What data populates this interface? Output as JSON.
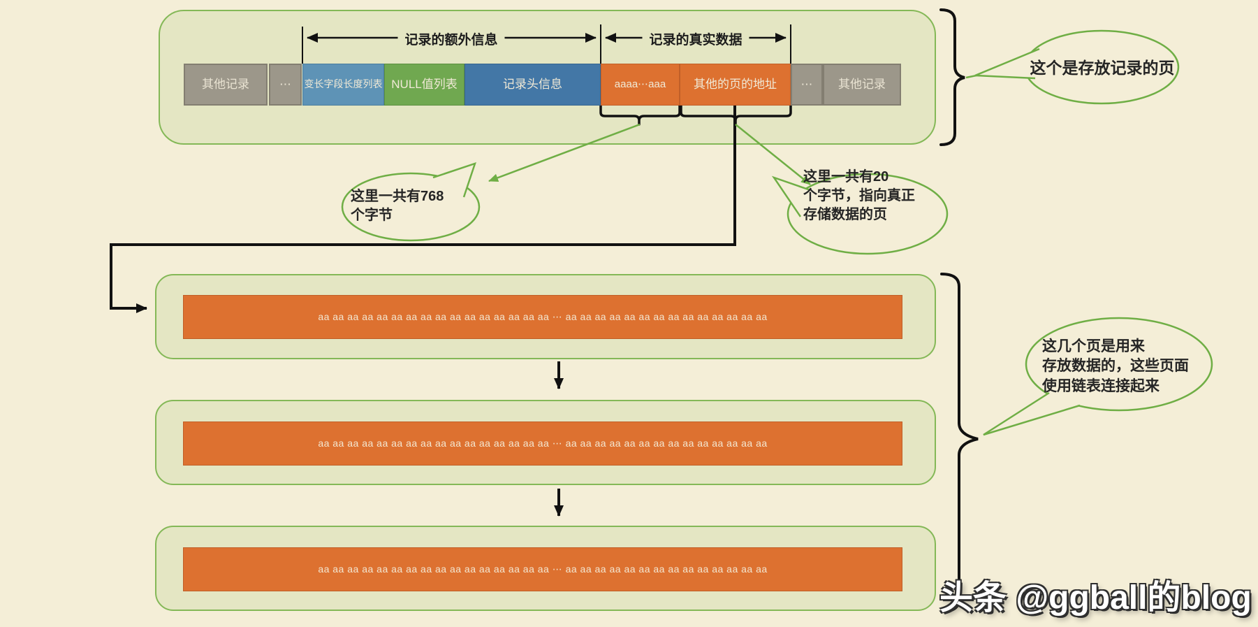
{
  "top_panel": {
    "dim_labels": {
      "extra_info": "记录的额外信息",
      "real_data": "记录的真实数据"
    },
    "record_segments": [
      {
        "label": "其他记录",
        "type": "gray"
      },
      {
        "label": "⋯",
        "type": "gray"
      },
      {
        "label": "变长字段长度列表",
        "type": "blue"
      },
      {
        "label": "NULL值列表",
        "type": "green"
      },
      {
        "label": "记录头信息",
        "type": "darkblue"
      },
      {
        "label": "aaaa⋯aaa",
        "type": "orange"
      },
      {
        "label": "其他的页的地址",
        "type": "orange"
      },
      {
        "label": "⋯",
        "type": "gray"
      },
      {
        "label": "其他记录",
        "type": "gray"
      }
    ]
  },
  "bubbles": {
    "record_page": "这个是存放记录的页",
    "bytes_768": "这里一共有768\n个字节",
    "bytes_20": "这里一共有20\n个字节，指向真正\n存储数据的页",
    "data_pages": "这几个页是用来\n存放数据的，这些页面\n使用链表连接起来"
  },
  "pages": {
    "data_text": "aa aa aa aa aa aa aa aa aa aa aa aa aa aa aa aa ⋯ aa aa aa aa aa aa aa aa aa aa aa aa aa aa"
  },
  "watermark": "头条 @ggball的blog",
  "colors": {
    "background": "#f4eed7",
    "panel_fill": "#e4e6c3",
    "panel_border": "#84b857",
    "bubble_green": "#6fae45",
    "orange": "#dd7130",
    "steel_blue": "#5e93b6",
    "dark_blue": "#4377a6",
    "box_green": "#70a850",
    "gray": "#9c978a",
    "line_black": "#111111"
  }
}
